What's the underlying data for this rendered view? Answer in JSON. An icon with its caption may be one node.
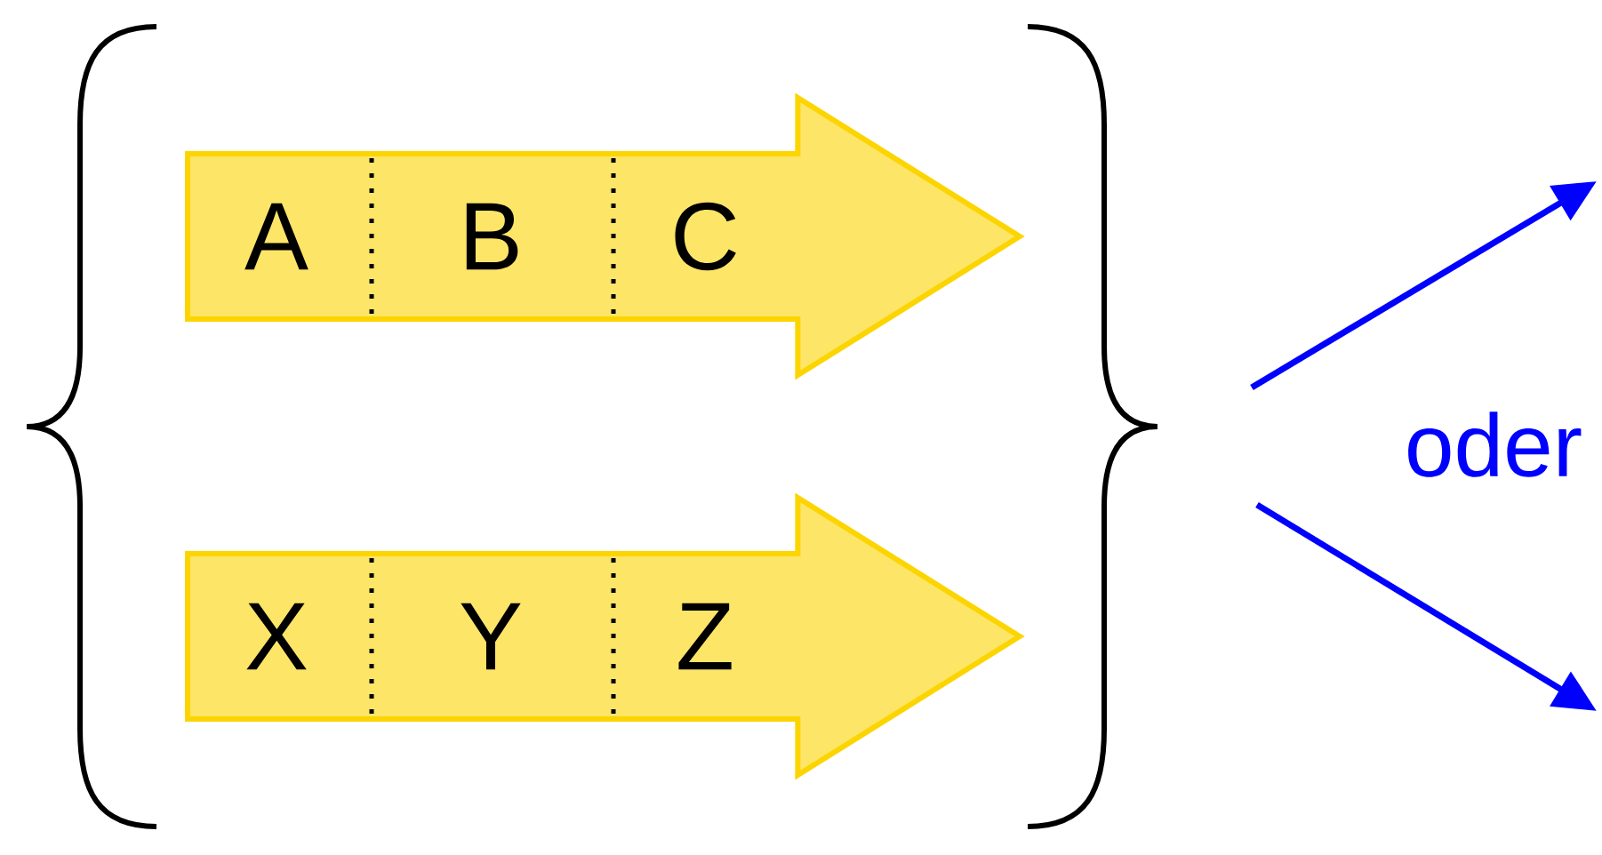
{
  "diagram": {
    "nodes": [
      {
        "text": [],
        "shape": "arrow"
      },
      {
        "text": [
          "A"
        ],
        "in": 0
      },
      {
        "text": [
          "B"
        ],
        "in": 0
      },
      {
        "text": [
          "C"
        ],
        "in": 0
      },
      {
        "text": [],
        "shape": "arrow"
      },
      {
        "text": [
          "X"
        ],
        "in": 4
      },
      {
        "text": [
          "Y"
        ],
        "in": 4
      },
      {
        "text": [
          "Z"
        ],
        "in": 4
      }
    ],
    "edges": [],
    "labels": [
      "oder"
    ]
  }
}
